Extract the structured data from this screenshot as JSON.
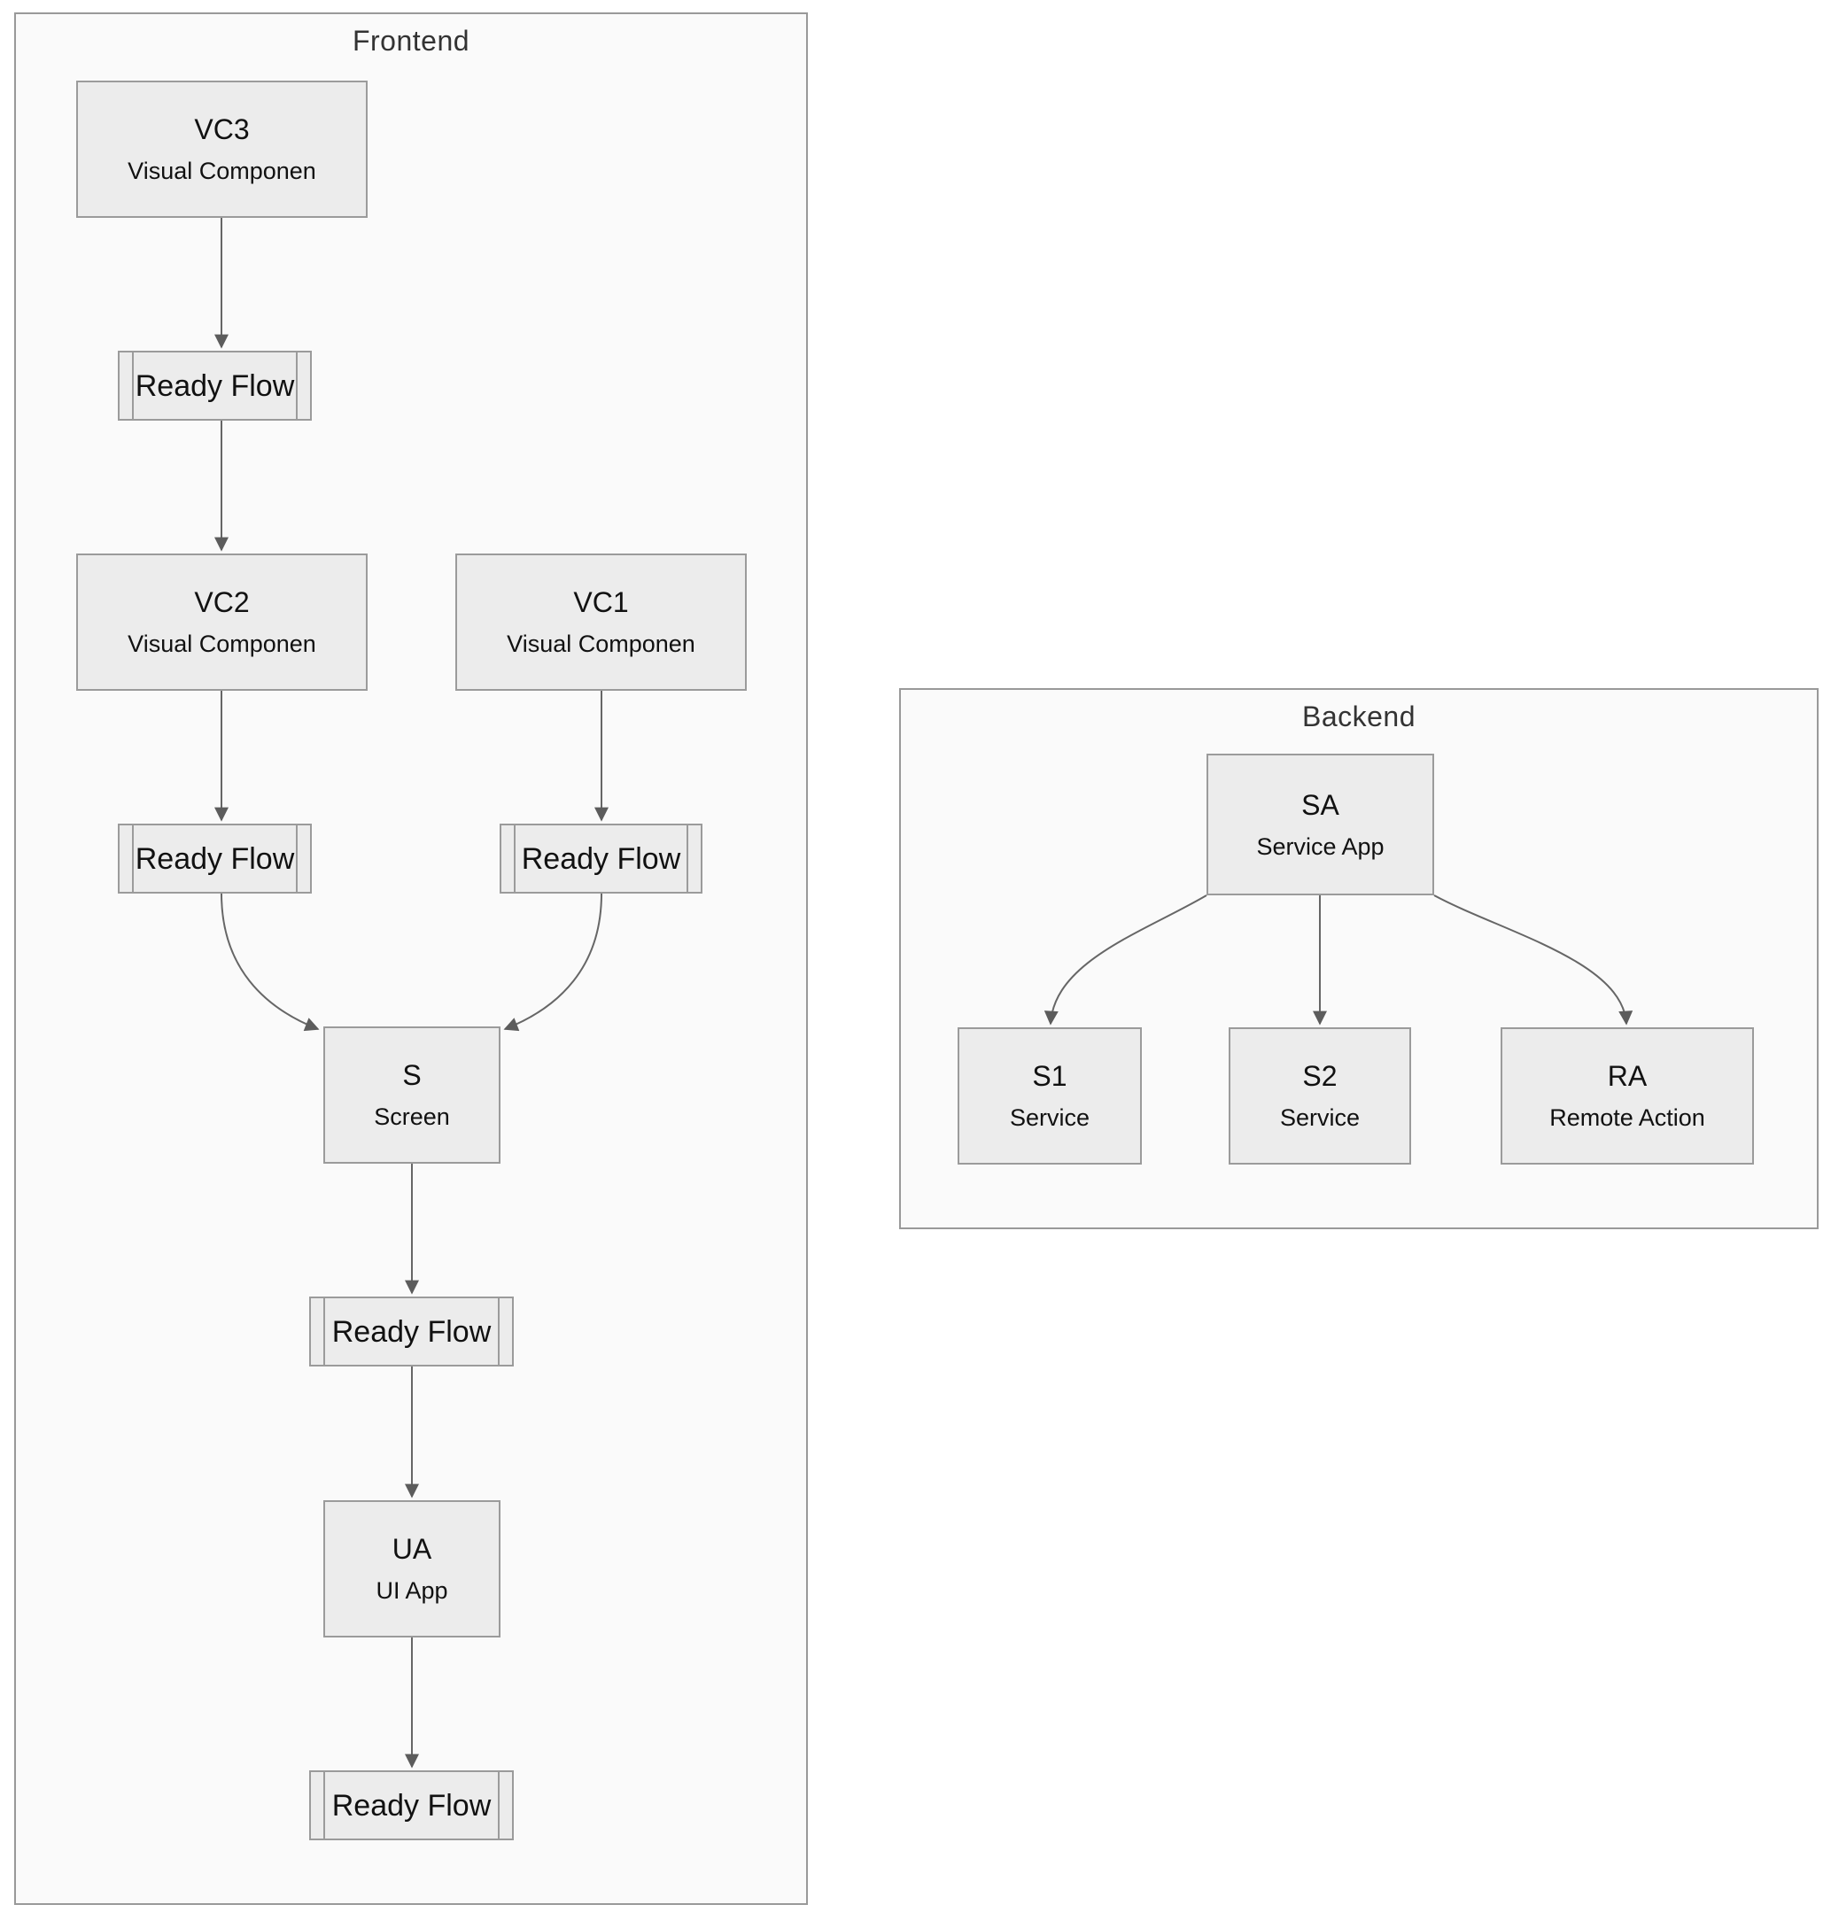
{
  "diagram": {
    "clusters": {
      "frontend": {
        "title": "Frontend"
      },
      "backend": {
        "title": "Backend"
      }
    },
    "nodes": {
      "vc3": {
        "type": "rect",
        "line1": "VC3",
        "line2": "Visual Componen"
      },
      "rf1": {
        "type": "subroutine",
        "label": "Ready Flow"
      },
      "vc2": {
        "type": "rect",
        "line1": "VC2",
        "line2": "Visual Componen"
      },
      "vc1": {
        "type": "rect",
        "line1": "VC1",
        "line2": "Visual Componen"
      },
      "rf2": {
        "type": "subroutine",
        "label": "Ready Flow"
      },
      "rf3": {
        "type": "subroutine",
        "label": "Ready Flow"
      },
      "s": {
        "type": "rect",
        "line1": "S",
        "line2": "Screen"
      },
      "rf4": {
        "type": "subroutine",
        "label": "Ready Flow"
      },
      "ua": {
        "type": "rect",
        "line1": "UA",
        "line2": "UI App"
      },
      "rf5": {
        "type": "subroutine",
        "label": "Ready Flow"
      },
      "sa": {
        "type": "rect",
        "line1": "SA",
        "line2": "Service App"
      },
      "s1": {
        "type": "rect",
        "line1": "S1",
        "line2": "Service"
      },
      "s2": {
        "type": "rect",
        "line1": "S2",
        "line2": "Service"
      },
      "ra": {
        "type": "rect",
        "line1": "RA",
        "line2": "Remote Action"
      }
    },
    "edges": [
      {
        "from": "vc3",
        "to": "rf1"
      },
      {
        "from": "rf1",
        "to": "vc2"
      },
      {
        "from": "vc2",
        "to": "rf2"
      },
      {
        "from": "vc1",
        "to": "rf3"
      },
      {
        "from": "rf2",
        "to": "s"
      },
      {
        "from": "rf3",
        "to": "s"
      },
      {
        "from": "s",
        "to": "rf4"
      },
      {
        "from": "rf4",
        "to": "ua"
      },
      {
        "from": "ua",
        "to": "rf5"
      },
      {
        "from": "sa",
        "to": "s1"
      },
      {
        "from": "sa",
        "to": "s2"
      },
      {
        "from": "sa",
        "to": "ra"
      }
    ],
    "colors": {
      "node_fill": "#ececec",
      "node_border": "#9b9b9b",
      "cluster_fill": "#fafafa",
      "cluster_border": "#999999",
      "edge": "#666666",
      "text": "#111111",
      "cluster_title": "#333333"
    }
  }
}
